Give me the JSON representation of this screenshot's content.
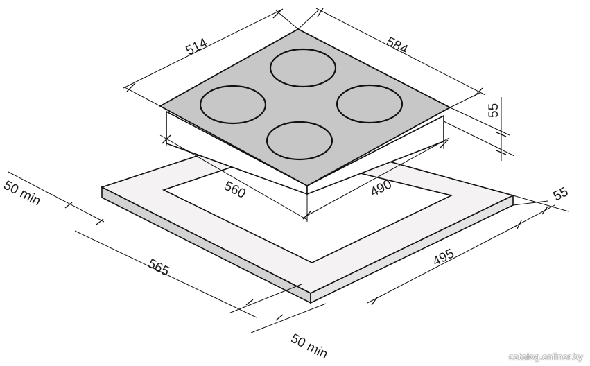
{
  "dimensions": {
    "hob_depth": "514",
    "hob_width": "584",
    "hob_height": "55",
    "cutout_width": "560",
    "cutout_depth": "490",
    "countertop_thickness": "55",
    "cabinet_width": "565",
    "cabinet_depth": "495",
    "clearance_left": "50 min",
    "clearance_front": "50 min"
  },
  "watermark": "catalog.onliner.by",
  "colors": {
    "hob_top": "#c7c7c7",
    "hob_side": "#ffffff",
    "countertop_top": "#f4f2f2",
    "countertop_side": "#d2d2d2",
    "line": "#111111"
  }
}
